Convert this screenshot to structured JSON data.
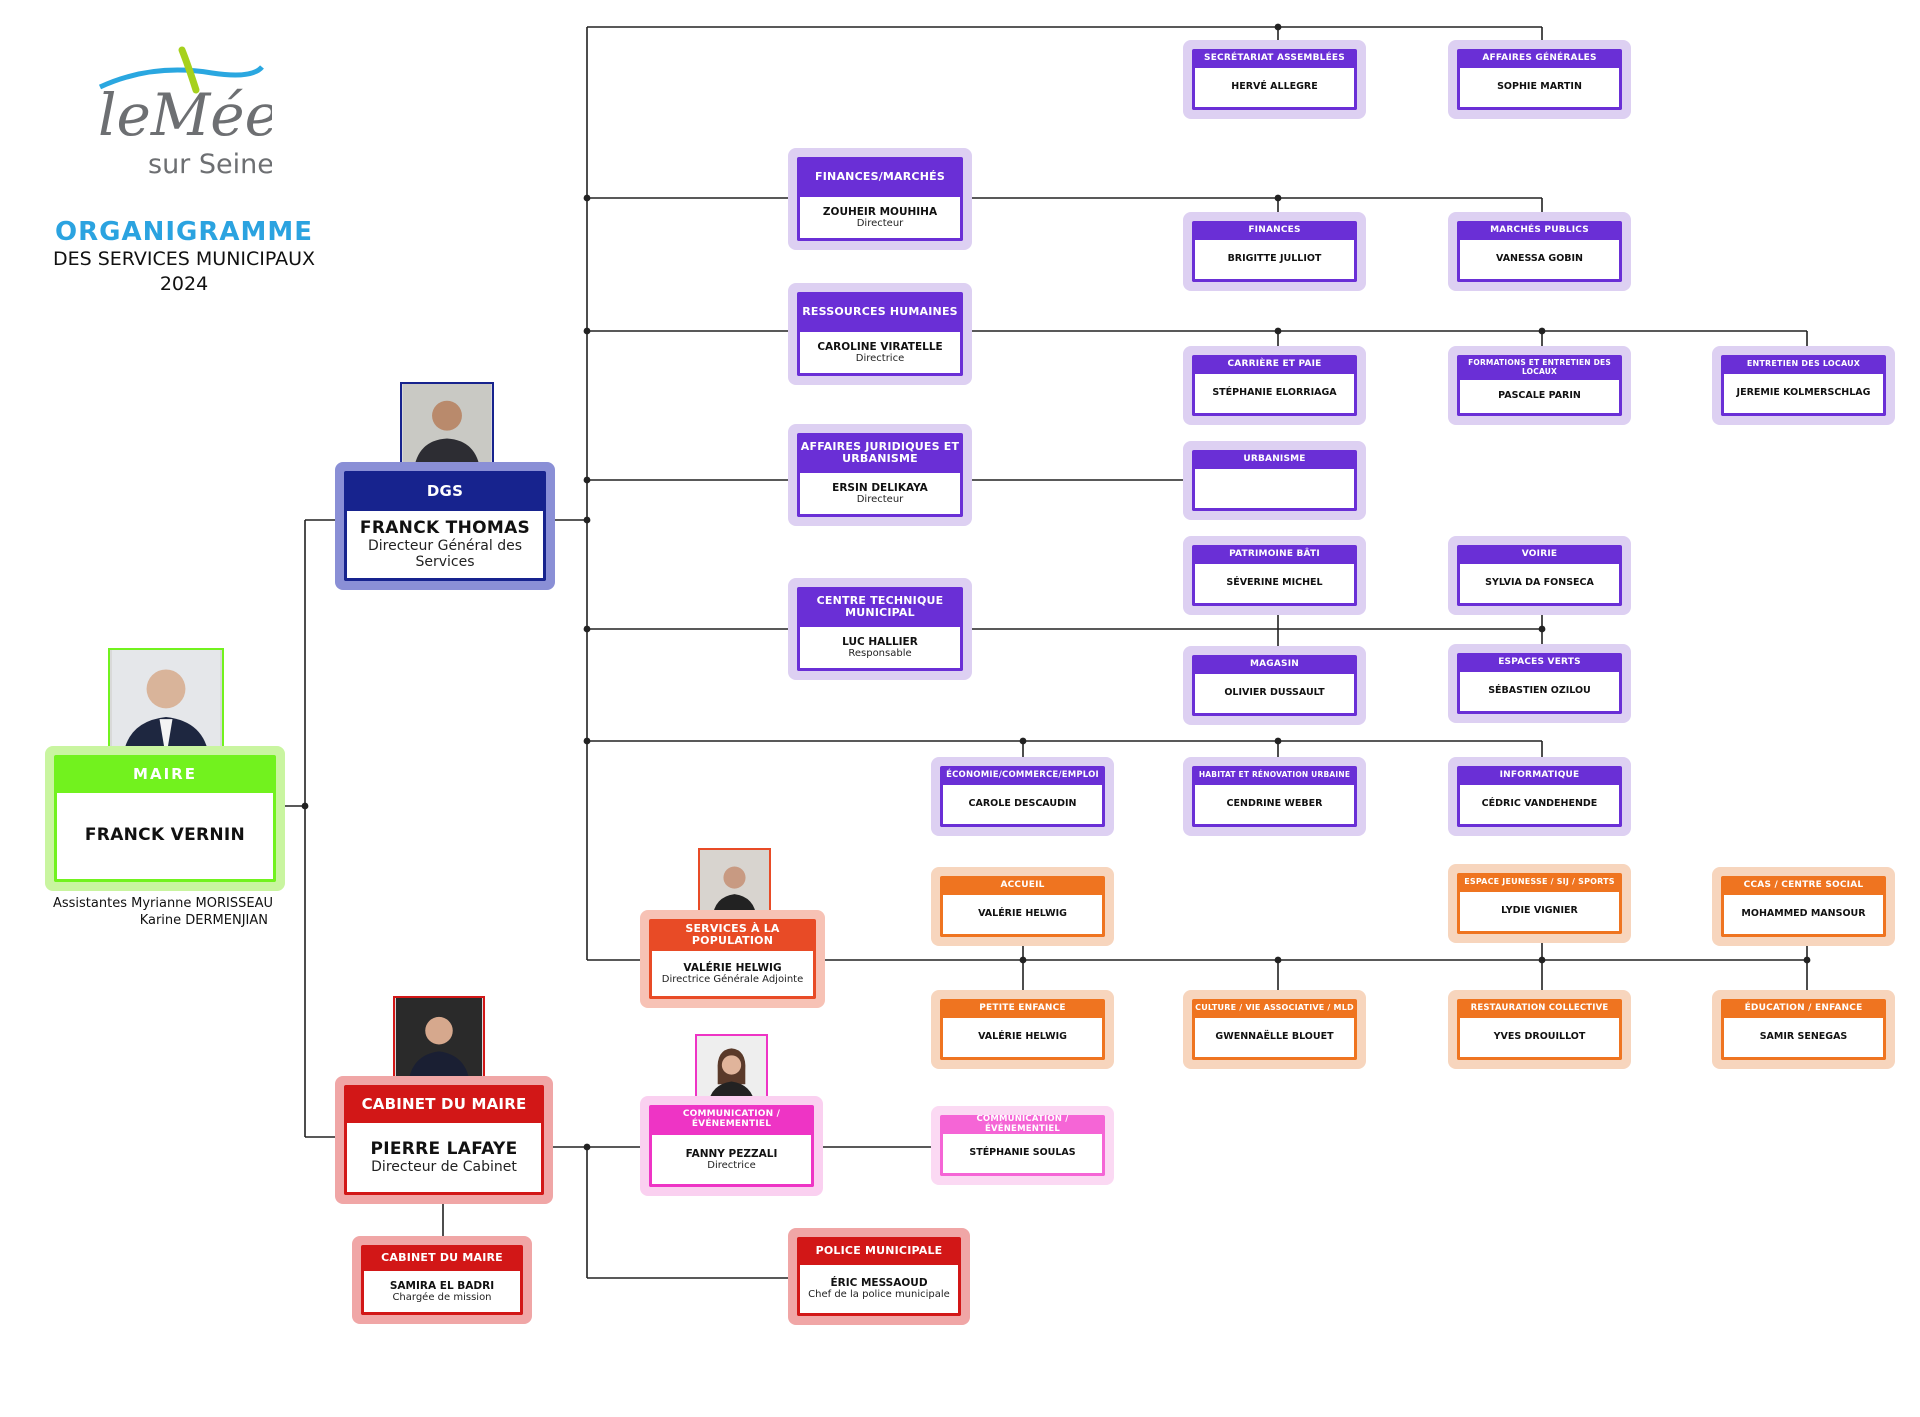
{
  "logo": {
    "line1": "leMée",
    "line2": "sur Seine"
  },
  "title": {
    "main": "ORGANIGRAMME",
    "sub": "DES SERVICES MUNICIPAUX",
    "year": "2024"
  },
  "assistants": {
    "line1": "Assistantes Myrianne MORISSEAU",
    "line2": "Karine DERMENJIAN"
  },
  "colors": {
    "purple": "#6a2fd6",
    "navy": "#17238e",
    "orange": "#ef7420",
    "red": "#d21717",
    "pink": "#ee34c5",
    "green": "#72f21e",
    "title_blue": "#2ba3e0"
  },
  "nodes": {
    "maire": {
      "header": "MAIRE",
      "name": "FRANCK VERNIN",
      "role": ""
    },
    "dgs": {
      "header": "DGS",
      "name": "FRANCK THOMAS",
      "role": "Directeur Général des Services"
    },
    "cabinet": {
      "header": "CABINET DU MAIRE",
      "name": "PIERRE LAFAYE",
      "role": "Directeur de Cabinet"
    },
    "cabinet2": {
      "header": "CABINET DU MAIRE",
      "name": "SAMIRA EL BADRI",
      "role": "Chargée de mission"
    },
    "finances_marches": {
      "header": "FINANCES/MARCHÉS",
      "name": "ZOUHEIR MOUHIHA",
      "role": "Directeur"
    },
    "rh": {
      "header": "RESSOURCES HUMAINES",
      "name": "CAROLINE VIRATELLE",
      "role": "Directrice"
    },
    "juridique": {
      "header": "AFFAIRES JURIDIQUES ET URBANISME",
      "name": "ERSIN DELIKAYA",
      "role": "Directeur"
    },
    "ctm": {
      "header": "CENTRE TECHNIQUE MUNICIPAL",
      "name": "LUC HALLIER",
      "role": "Responsable"
    },
    "secretariat": {
      "header": "SECRÉTARIAT ASSEMBLÉES",
      "name": "HERVÉ ALLEGRE"
    },
    "affaires_gen": {
      "header": "AFFAIRES GÉNÉRALES",
      "name": "SOPHIE MARTIN"
    },
    "finances": {
      "header": "FINANCES",
      "name": "BRIGITTE JULLIOT"
    },
    "marches": {
      "header": "MARCHÉS PUBLICS",
      "name": "VANESSA GOBIN"
    },
    "carriere": {
      "header": "CARRIÈRE ET PAIE",
      "name": "STÉPHANIE ELORRIAGA"
    },
    "formations": {
      "header": "FORMATIONS ET ENTRETIEN DES LOCAUX",
      "name": "PASCALE PARIN"
    },
    "entretien": {
      "header": "ENTRETIEN DES LOCAUX",
      "name": "JEREMIE KOLMERSCHLAG"
    },
    "urbanisme": {
      "header": "URBANISME",
      "name": ""
    },
    "patrimoine": {
      "header": "PATRIMOINE BÂTI",
      "name": "SÉVERINE MICHEL"
    },
    "voirie": {
      "header": "VOIRIE",
      "name": "SYLVIA DA FONSECA"
    },
    "magasin": {
      "header": "MAGASIN",
      "name": "OLIVIER DUSSAULT"
    },
    "espaces_verts": {
      "header": "ESPACES VERTS",
      "name": "SÉBASTIEN OZILOU"
    },
    "economie": {
      "header": "ÉCONOMIE/COMMERCE/EMPLOI",
      "name": "CAROLE DESCAUDIN"
    },
    "habitat": {
      "header": "HABITAT ET RÉNOVATION URBAINE",
      "name": "CENDRINE WEBER"
    },
    "informatique": {
      "header": "INFORMATIQUE",
      "name": "CÉDRIC VANDEHENDE"
    },
    "population": {
      "header": "SERVICES À LA POPULATION",
      "name": "VALÉRIE HELWIG",
      "role": "Directrice Générale Adjointe"
    },
    "accueil": {
      "header": "ACCUEIL",
      "name": "VALÉRIE HELWIG"
    },
    "jeunesse": {
      "header": "ESPACE JEUNESSE / SIJ / SPORTS",
      "name": "LYDIE VIGNIER"
    },
    "ccas": {
      "header": "CCAS / CENTRE SOCIAL",
      "name": "MOHAMMED MANSOUR"
    },
    "petite_enfance": {
      "header": "PETITE ENFANCE",
      "name": "VALÉRIE HELWIG"
    },
    "culture": {
      "header": "CULTURE / VIE ASSOCIATIVE / MLD",
      "name": "GWENNAËLLE BLOUET"
    },
    "restauration": {
      "header": "RESTAURATION COLLECTIVE",
      "name": "YVES DROUILLOT"
    },
    "education": {
      "header": "ÉDUCATION / ENFANCE",
      "name": "SAMIR SENEGAS"
    },
    "communication": {
      "header": "COMMUNICATION / ÉVÉNEMENTIEL",
      "name": "FANNY PEZZALI",
      "role": "Directrice"
    },
    "communication2": {
      "header": "COMMUNICATION / ÉVÉNEMENTIEL",
      "name": "STÉPHANIE SOULAS"
    },
    "police": {
      "header": "POLICE MUNICIPALE",
      "name": "ÉRIC MESSAOUD",
      "role": "Chef de la police municipale"
    }
  }
}
